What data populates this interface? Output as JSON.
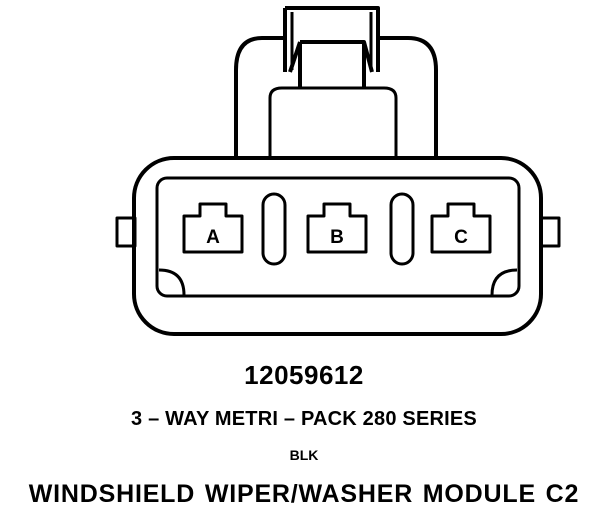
{
  "diagram": {
    "part_number": "12059612",
    "series_name": "3 – WAY METRI – PACK 280 SERIES",
    "color_code": "BLK",
    "module_name": "WINDSHIELD WIPER/WASHER MODULE C2",
    "cavities": [
      {
        "label": "A"
      },
      {
        "label": "B"
      },
      {
        "label": "C"
      }
    ]
  }
}
